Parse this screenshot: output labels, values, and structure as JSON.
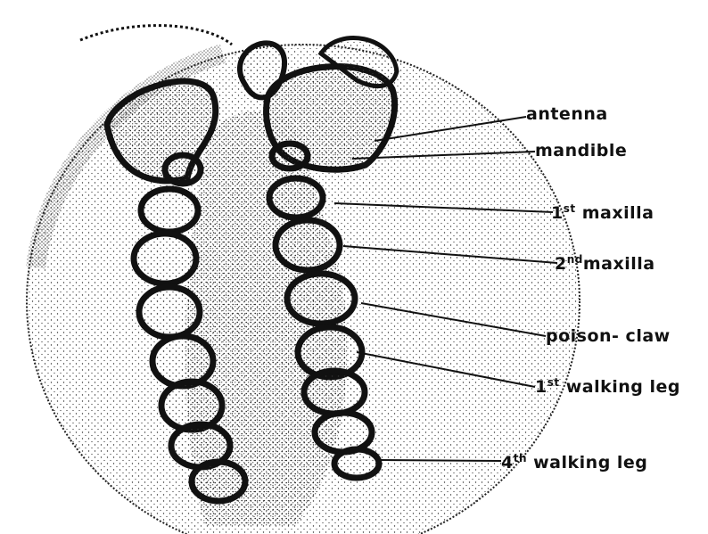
{
  "diagram": {
    "labels": {
      "antenna": "antenna",
      "mandible": "mandible",
      "maxilla1": {
        "ord_num": "1",
        "ord_sup": "st",
        "text": " maxilla"
      },
      "maxilla2": {
        "ord_num": "2",
        "ord_sup": "nd",
        "text": "maxilla"
      },
      "poison_claw": "poison- claw",
      "walking_leg1": {
        "ord_num": "1",
        "ord_sup": "st",
        "text": " walking  leg"
      },
      "walking_leg4": {
        "ord_num": "4",
        "ord_sup": "th",
        "text": " walking  leg"
      }
    },
    "colors": {
      "ink": "#111111",
      "stipple": "#222222",
      "background": "#ffffff"
    }
  }
}
